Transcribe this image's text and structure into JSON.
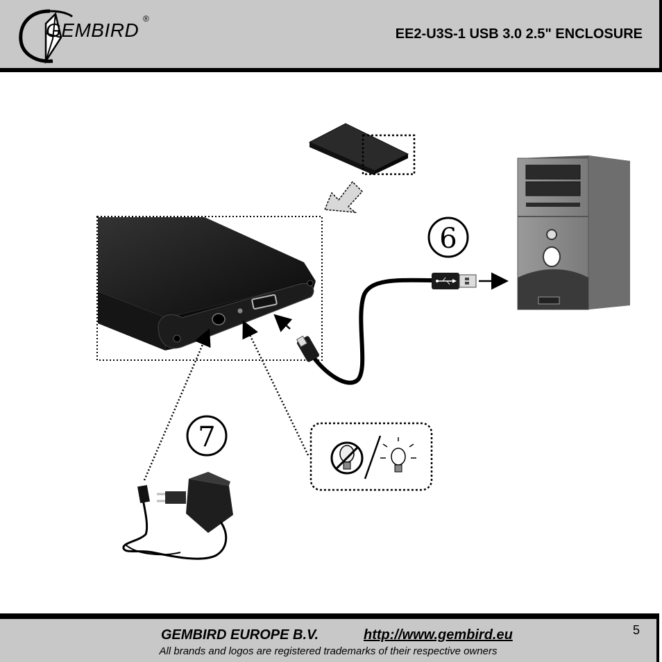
{
  "header": {
    "logo_text": "GEMBIRD",
    "logo_registered": "®",
    "title": "EE2-U3S-1 USB 3.0 2.5\" ENCLOSURE"
  },
  "diagram": {
    "step_usb_connect": "6",
    "step_power_connect": "7",
    "led_indicator_off_icon": "bulb-off-icon",
    "led_indicator_on_icon": "bulb-on-icon",
    "usb_icon": "usb-icon"
  },
  "footer": {
    "company": "GEMBIRD EUROPE B.V.",
    "url": "http://www.gembird.eu",
    "trademark": "All brands and logos are registered trademarks of their respective owners",
    "page_number": "5"
  }
}
